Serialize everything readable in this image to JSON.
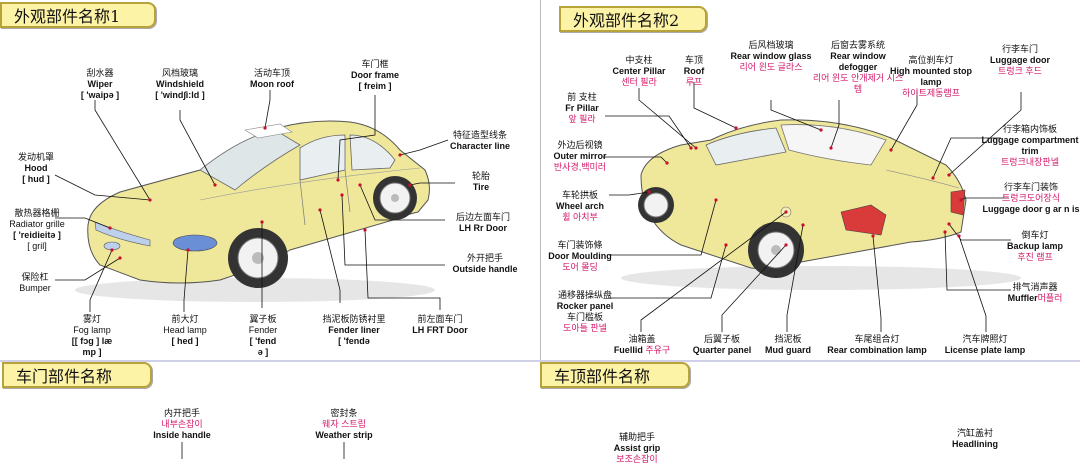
{
  "sections": {
    "exterior1": "外观部件名称1",
    "exterior2": "外观部件名称2",
    "door": "车门部件名称",
    "roof": "车顶部件名称"
  },
  "left_labels": [
    {
      "id": "wiper",
      "cn": "刮水器",
      "en": "Wiper",
      "ph": "[ 'waipə ]"
    },
    {
      "id": "windshield",
      "cn": "风档玻璃",
      "en": "Windshield",
      "ph": "[ 'wind∫i:ld ]"
    },
    {
      "id": "moonroof",
      "cn": "活动车顶",
      "en": "Moon roof"
    },
    {
      "id": "doorframe",
      "cn": "车门框",
      "en": "Door frame",
      "ph": "[ freim ]"
    },
    {
      "id": "charline",
      "cn": "特征造型线条",
      "en": "Character line"
    },
    {
      "id": "hood",
      "cn": "发动机罩",
      "en": "Hood",
      "ph": "[ hud ]"
    },
    {
      "id": "tire",
      "cn": "轮胎",
      "en": "Tire"
    },
    {
      "id": "grille",
      "cn": "散热器格栅",
      "en": "Radiator grille",
      "ph": "[ 'reidieitə ]",
      "ph2": "[ gril]"
    },
    {
      "id": "lhrr",
      "cn": "后边左面车门",
      "en": "LH Rr Door"
    },
    {
      "id": "bumper",
      "cn": "保险杠",
      "en": "Bumper"
    },
    {
      "id": "outside",
      "cn": "外开把手",
      "en": "Outside handle"
    },
    {
      "id": "foglamp",
      "cn": "雾灯",
      "en": "Fog lamp",
      "ph": "[[ fɔg ]  læ",
      "ph2": "mp ]"
    },
    {
      "id": "headlamp",
      "cn": "前大灯",
      "en": "Head lamp",
      "ph": "[ hed ]"
    },
    {
      "id": "fender",
      "cn": "翼子板",
      "en": "Fender",
      "ph": "[ 'fend",
      "ph2": "ə ]"
    },
    {
      "id": "fenderliner",
      "cn": "挡泥板防锈衬里",
      "en": "Fender liner",
      "ph": "[ 'fendə"
    },
    {
      "id": "lhfrt",
      "cn": "前左面车门",
      "en": "LH FRT Door"
    }
  ],
  "right_labels": [
    {
      "id": "centerpillar",
      "cn": "中支柱",
      "en": "Center Pillar",
      "ko": "센터 필라"
    },
    {
      "id": "roof",
      "cn": "车顶",
      "en": "Roof",
      "ko": "루프"
    },
    {
      "id": "rearglass",
      "cn": "后风档玻璃",
      "en": "Rear window glass",
      "ko": "리어 윈도 글라스"
    },
    {
      "id": "defogger",
      "cn": "后窗去雾系统",
      "en": "Rear window defogger",
      "ko": "리어 윈도 안개제거 시스템"
    },
    {
      "id": "highstop",
      "cn": "高位刹车灯",
      "en": "High mounted stop lamp",
      "ko": "하이트제동램프"
    },
    {
      "id": "luggagedoor",
      "cn": "行李车门",
      "en": "Luggage door",
      "ko": "트렁크 후드"
    },
    {
      "id": "frpillar",
      "cn": "前 支柱",
      "en": "Fr  Pillar",
      "ko": "앞 필라"
    },
    {
      "id": "luggagetrim",
      "cn": "行李箱内饰板",
      "en": "Luggage compartment trim",
      "ko": "트렁크내장판넬"
    },
    {
      "id": "outermirror",
      "cn": "外边后视镜",
      "en": "Outer mirror",
      "ko": "반사경,백미러"
    },
    {
      "id": "luggagedecor",
      "cn": "行李车门装饰",
      "en": "Luggage door g ar n is",
      "ko": "트렁크도어장식"
    },
    {
      "id": "wheelarch",
      "cn": "车轮拱板",
      "en": "Wheel arch",
      "ko": "휠 아치부"
    },
    {
      "id": "backup",
      "cn": "倒车灯",
      "en": "Backup lamp",
      "ko": "후진 램프"
    },
    {
      "id": "doormoulding",
      "cn": "车门装饰條",
      "en": "Door Moulding",
      "ko": "도어 몰딩"
    },
    {
      "id": "muffler",
      "cn": "排气消声器",
      "en": "Muffler",
      "ko": "머플러"
    },
    {
      "id": "rocker",
      "cn": "通移器操纵盘",
      "en": "Rocker panel",
      "cn2": "车门槛板",
      "ko": "도아틀 판넬"
    },
    {
      "id": "fuellid",
      "cn": "油箱盖",
      "en": "Fuellid",
      "ko": "주유구"
    },
    {
      "id": "quarter",
      "cn": "后翼子板",
      "en": "Quarter panel"
    },
    {
      "id": "mudguard",
      "cn": "挡泥板",
      "en": "Mud guard"
    },
    {
      "id": "rearcomb",
      "cn": "车尾组合灯",
      "en": "Rear combination lamp"
    },
    {
      "id": "license",
      "cn": "汽车牌照灯",
      "en": "License plate lamp"
    }
  ],
  "bottom_labels": [
    {
      "id": "insidehandle",
      "cn": "内开把手",
      "ko": "내부손잡이",
      "en": "Inside handle"
    },
    {
      "id": "weatherstrip",
      "cn": "密封条",
      "ko": "웨자 스트립",
      "en": "Weather strip"
    },
    {
      "id": "assistgrip",
      "cn": "辅助把手",
      "en": "Assist grip",
      "ko": "보조손잡이"
    },
    {
      "id": "headlining",
      "cn": "汽缸盖衬",
      "en": "Headlining"
    }
  ],
  "colors": {
    "car_body": "#efe79a",
    "label_ko": "#d4196b",
    "leader": "#c8102e",
    "tab_bg": "#fdf3a7"
  }
}
